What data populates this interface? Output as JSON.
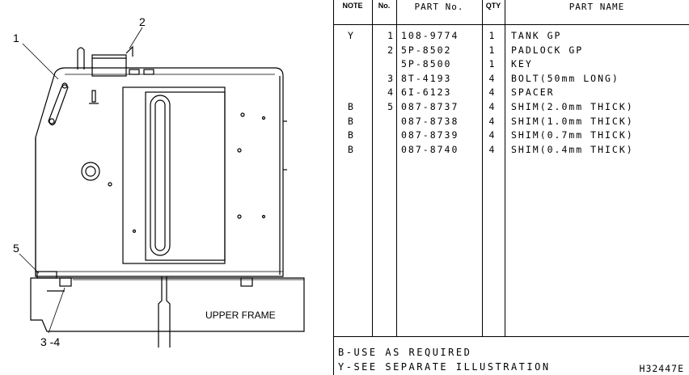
{
  "illustration": {
    "callouts": [
      "1",
      "2",
      "5",
      "3 -4"
    ],
    "frame_label": "UPPER FRAME"
  },
  "table": {
    "headers": {
      "note": "NOTE",
      "no": "No.",
      "part_no": "PART No.",
      "qty": "QTY",
      "part_name": "PART NAME"
    },
    "rows": [
      {
        "note": "Y",
        "no": "1",
        "part_no": "108-9774",
        "qty": "1",
        "name": "TANK GP"
      },
      {
        "note": "",
        "no": "2",
        "part_no": "5P-8502",
        "qty": "1",
        "name": "PADLOCK GP"
      },
      {
        "note": "",
        "no": "",
        "part_no": "5P-8500",
        "qty": "1",
        "name": " KEY"
      },
      {
        "note": "",
        "no": "3",
        "part_no": "8T-4193",
        "qty": "4",
        "name": "BOLT(50mm LONG)"
      },
      {
        "note": "",
        "no": "4",
        "part_no": "6I-6123",
        "qty": "4",
        "name": "SPACER"
      },
      {
        "note": "B",
        "no": "5",
        "part_no": "087-8737",
        "qty": "4",
        "name": "SHIM(2.0mm THICK)"
      },
      {
        "note": "B",
        "no": "",
        "part_no": "087-8738",
        "qty": "4",
        "name": "SHIM(1.0mm THICK)"
      },
      {
        "note": "B",
        "no": "",
        "part_no": "087-8739",
        "qty": "4",
        "name": "SHIM(0.7mm THICK)"
      },
      {
        "note": "B",
        "no": "",
        "part_no": "087-8740",
        "qty": "4",
        "name": "SHIM(0.4mm THICK)"
      }
    ],
    "footer": {
      "line1": "B-USE AS REQUIRED",
      "line2": "Y-SEE SEPARATE ILLUSTRATION",
      "code": "H32447E"
    }
  }
}
